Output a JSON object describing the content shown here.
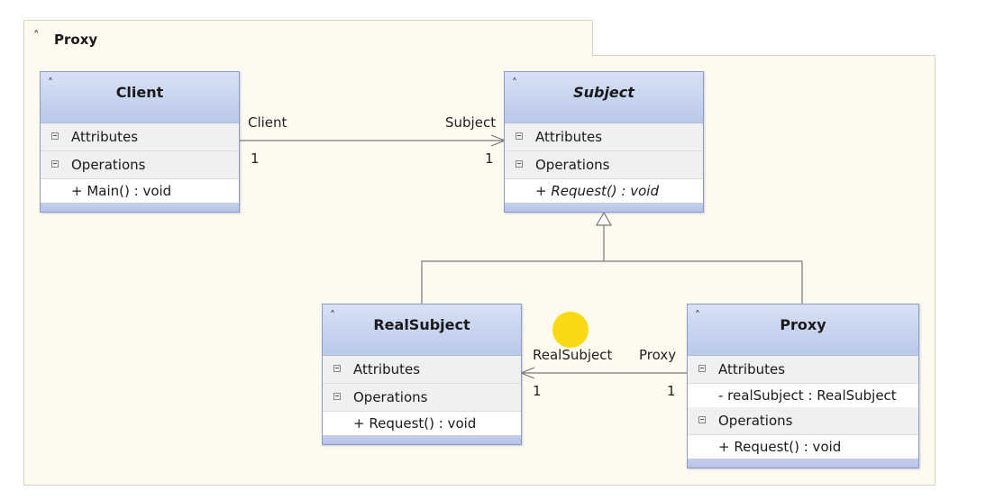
{
  "package": {
    "title": "Proxy",
    "collapse_icon": "double-chevron-up-icon"
  },
  "classes": {
    "client": {
      "name": "Client",
      "sections": {
        "attributes": "Attributes",
        "operations": "Operations"
      },
      "operations": [
        "+ Main() : void"
      ]
    },
    "subject": {
      "name": "Subject",
      "abstract": true,
      "sections": {
        "attributes": "Attributes",
        "operations": "Operations"
      },
      "operations": [
        "+ Request() : void"
      ]
    },
    "realsubject": {
      "name": "RealSubject",
      "sections": {
        "attributes": "Attributes",
        "operations": "Operations"
      },
      "operations": [
        "+ Request() : void"
      ]
    },
    "proxy": {
      "name": "Proxy",
      "sections": {
        "attributes": "Attributes",
        "operations": "Operations"
      },
      "attributes": [
        "- realSubject : RealSubject"
      ],
      "operations": [
        "+ Request() : void"
      ]
    }
  },
  "associations": {
    "client_subject": {
      "source_role": "Client",
      "source_mult": "1",
      "target_role": "Subject",
      "target_mult": "1"
    },
    "proxy_realsubject": {
      "source_role": "Proxy",
      "source_mult": "1",
      "target_role": "RealSubject",
      "target_mult": "1"
    }
  },
  "colors": {
    "package_fill": "#fdfaf0",
    "class_header": "#c6d2ef",
    "class_border": "#8c9cc4",
    "connector": "#777777",
    "cursor_highlight": "#f8d600"
  }
}
